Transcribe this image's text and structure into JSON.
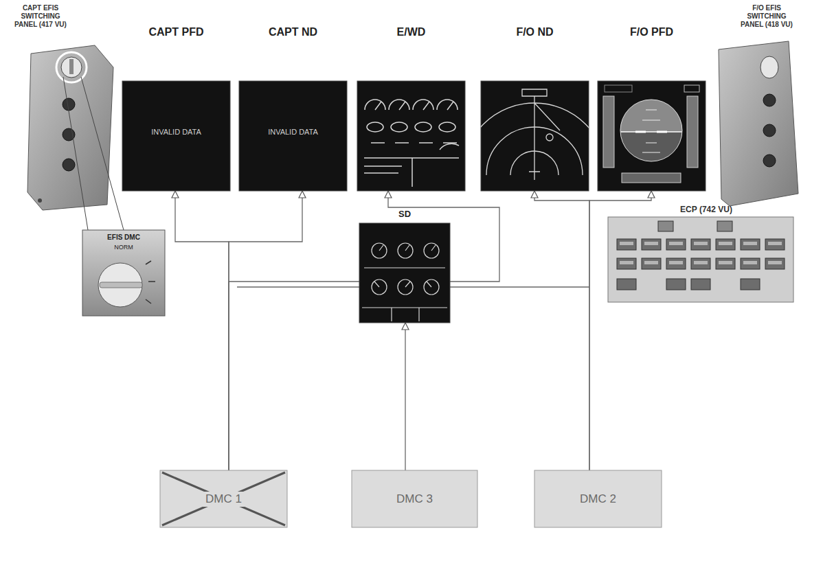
{
  "diagram": {
    "nodes": [
      {
        "text": [
          "CAPT EFIS SWITCHING PANEL (417 VU)"
        ]
      },
      {
        "text": [
          "CAPT PFD",
          "INVALID DATA"
        ]
      },
      {
        "text": [
          "CAPT ND",
          "INVALID DATA"
        ]
      },
      {
        "text": [
          "E/WD"
        ]
      },
      {
        "text": [
          "F/O ND"
        ]
      },
      {
        "text": [
          "F/O PFD"
        ]
      },
      {
        "text": [
          "F/O EFIS SWITCHING PANEL (418 VU)"
        ]
      },
      {
        "text": [
          "SD"
        ]
      },
      {
        "text": [
          "ECP (742 VU)"
        ]
      },
      {
        "text": [
          "DMC 1"
        ]
      },
      {
        "text": [
          "DMC 3"
        ]
      },
      {
        "text": [
          "DMC 2"
        ]
      }
    ],
    "edges": [
      {
        "from": 9,
        "to": 1,
        "arrow": "to"
      },
      {
        "from": 9,
        "to": 2,
        "arrow": "to"
      },
      {
        "from": 9,
        "to": 3,
        "arrow": "to"
      },
      {
        "from": 10,
        "to": 7,
        "arrow": "to"
      },
      {
        "from": 11,
        "to": 4,
        "arrow": "to"
      },
      {
        "from": 11,
        "to": 5,
        "arrow": "to"
      }
    ],
    "labels": [
      "EFIS DMC",
      "NORM"
    ]
  }
}
